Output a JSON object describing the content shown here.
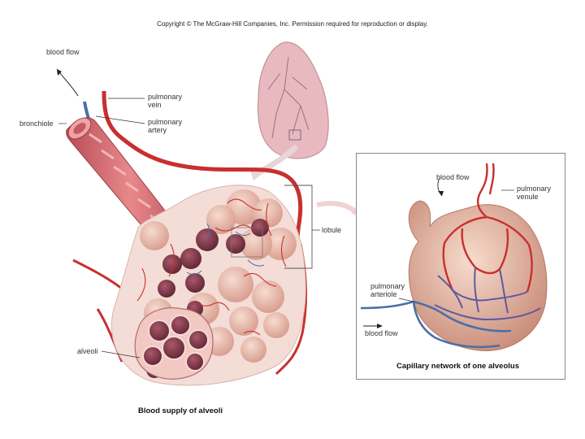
{
  "copyright": "Copyright © The McGraw-Hill Companies, Inc. Permission required for reproduction or display.",
  "main": {
    "labels": {
      "blood_flow": "blood flow",
      "pulmonary_vein": "pulmonary\nvein",
      "bronchiole": "bronchiole",
      "pulmonary_artery": "pulmonary\nartery",
      "lobule": "lobule",
      "alveoli": "alveoli"
    },
    "caption": "Blood supply of alveoli"
  },
  "inset": {
    "labels": {
      "blood_flow_top": "blood flow",
      "pulmonary_venule": "pulmonary\nvenule",
      "pulmonary_arteriole": "pulmonary\narteriole",
      "blood_flow_bottom": "blood flow"
    },
    "caption": "Capillary network of one alveolus"
  },
  "colors": {
    "artery": "#4a6fa5",
    "vein": "#c8302f",
    "tissue": "#e8b7a6",
    "bronchiole": "#d46a6e",
    "alveolus_dark": "#7c3946",
    "lung": "#e9b9c0"
  }
}
